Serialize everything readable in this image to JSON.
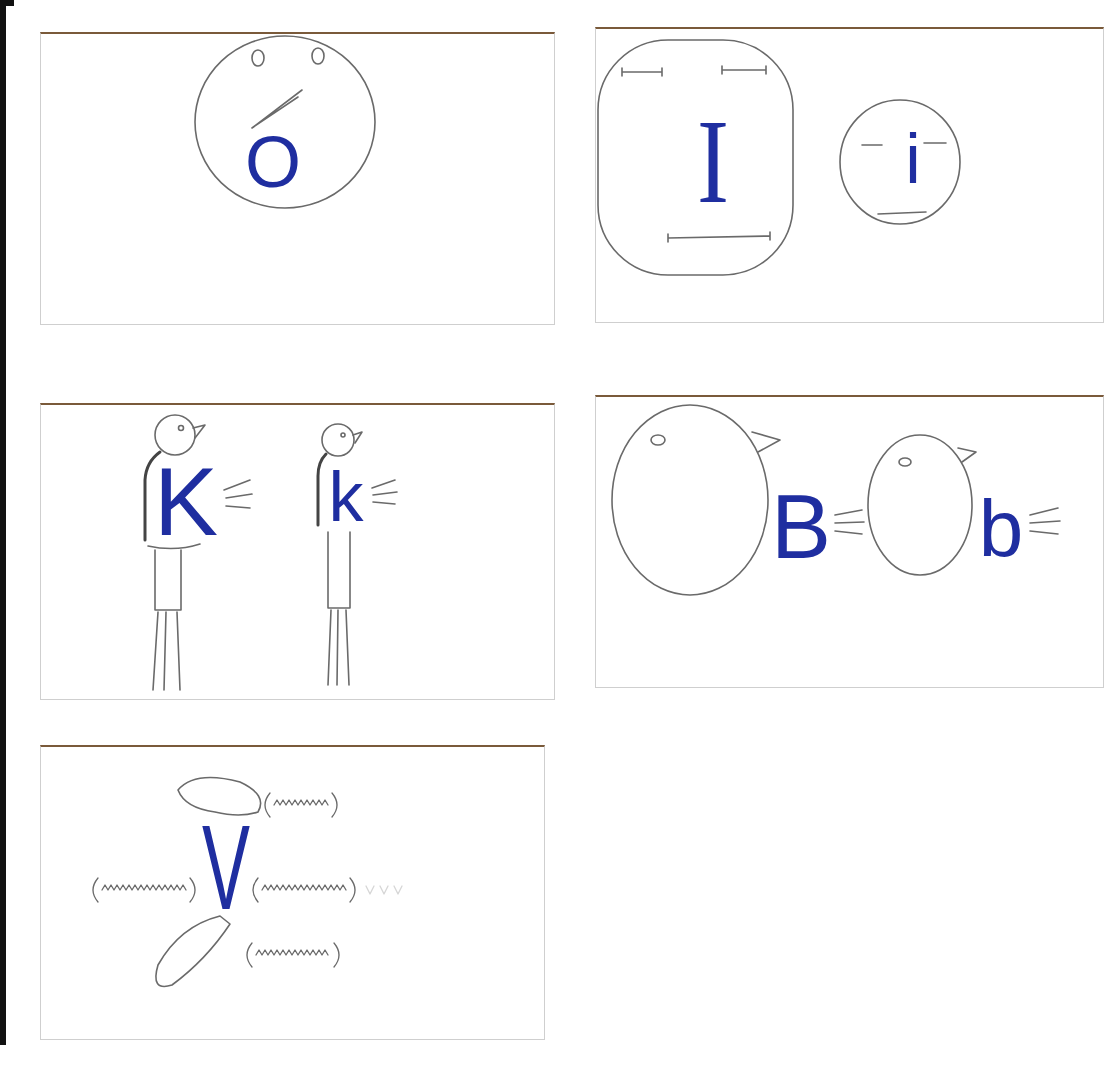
{
  "diagram": {
    "nodes": [
      {
        "text": [
          "O"
        ]
      },
      {
        "text": [
          "I",
          "i"
        ]
      },
      {
        "text": [
          "K",
          "k"
        ]
      },
      {
        "text": [
          "B",
          "b"
        ]
      },
      {
        "text": [
          "V"
        ]
      }
    ]
  }
}
